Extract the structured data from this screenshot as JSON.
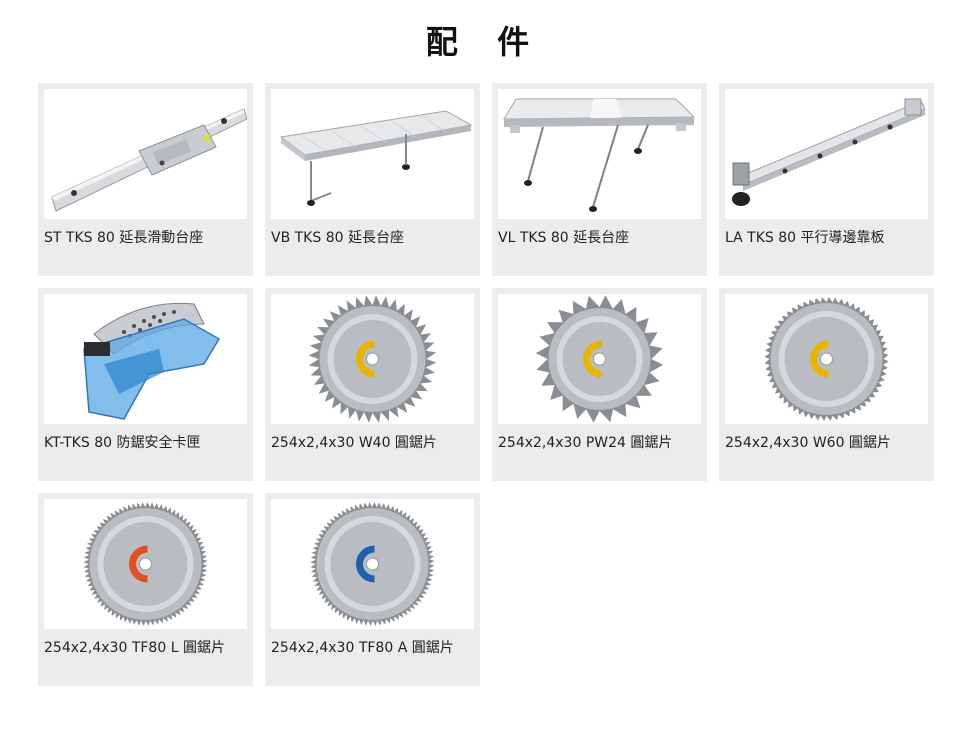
{
  "page": {
    "title": "配 件"
  },
  "products": [
    {
      "label": "ST TKS 80 延長滑動台座",
      "image": "sliding-table-icon"
    },
    {
      "label": "VB TKS 80 延長台座",
      "image": "extension-table-icon"
    },
    {
      "label": "VL TKS 80 延長台座",
      "image": "extension-table-legs-icon"
    },
    {
      "label": "LA TKS 80 平行導邊靠板",
      "image": "parallel-fence-icon"
    },
    {
      "label": "KT-TKS 80 防鋸安全卡匣",
      "image": "safety-cartridge-icon"
    },
    {
      "label": "254x2,4x30 W40 圓鋸片",
      "image": "saw-blade-icon",
      "accent": "#e8b400"
    },
    {
      "label": "254x2,4x30 PW24 圓鋸片",
      "image": "saw-blade-icon",
      "accent": "#e8b400"
    },
    {
      "label": "254x2,4x30 W60 圓鋸片",
      "image": "saw-blade-icon",
      "accent": "#e8b400"
    },
    {
      "label": "254x2,4x30 TF80 L 圓鋸片",
      "image": "saw-blade-icon",
      "accent": "#e0501e"
    },
    {
      "label": "254x2,4x30 TF80 A 圓鋸片",
      "image": "saw-blade-icon",
      "accent": "#1f5fae"
    }
  ]
}
